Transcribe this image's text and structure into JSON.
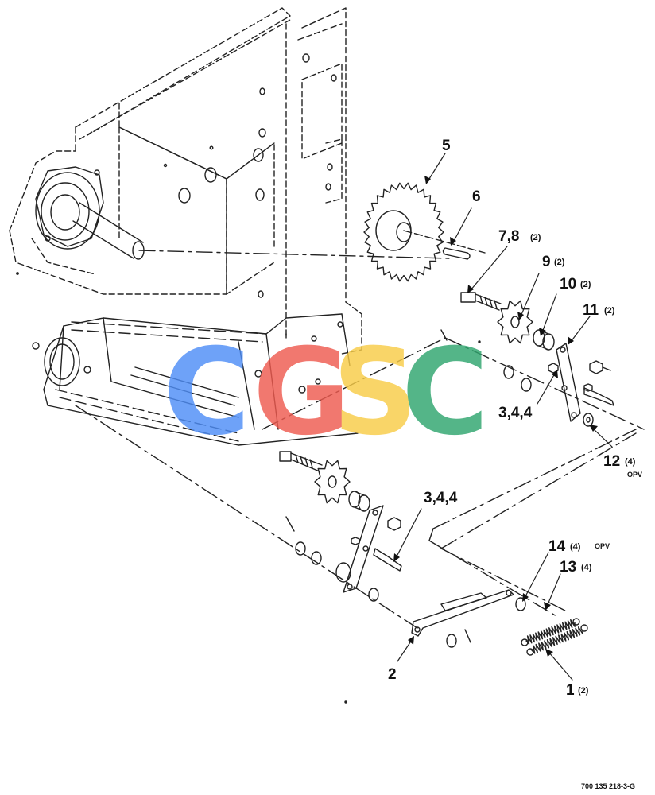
{
  "diagram": {
    "callouts": [
      {
        "id": "c5",
        "num": "5",
        "qty": ""
      },
      {
        "id": "c6",
        "num": "6",
        "qty": ""
      },
      {
        "id": "c78",
        "num": "7,8",
        "qty": "(2)"
      },
      {
        "id": "c9",
        "num": "9",
        "qty": "(2)"
      },
      {
        "id": "c10",
        "num": "10",
        "qty": "(2)"
      },
      {
        "id": "c11",
        "num": "11",
        "qty": "(2)"
      },
      {
        "id": "c344a",
        "num": "3,4,4",
        "qty": ""
      },
      {
        "id": "c12",
        "num": "12",
        "qty": "(4)",
        "note": "OPV"
      },
      {
        "id": "c344b",
        "num": "3,4,4",
        "qty": ""
      },
      {
        "id": "c14",
        "num": "14",
        "qty": "(4)",
        "note": "OPV"
      },
      {
        "id": "c13",
        "num": "13",
        "qty": "(4)"
      },
      {
        "id": "c2",
        "num": "2",
        "qty": ""
      },
      {
        "id": "c1",
        "num": "1",
        "qty": "(2)"
      }
    ],
    "figure_number": "700 135 218-3-G"
  },
  "watermark": {
    "letters": [
      "C",
      "G",
      "S",
      "C"
    ],
    "colors": [
      "#4f8ef7",
      "#ef5b50",
      "#f8cc48",
      "#2fa56e"
    ]
  }
}
